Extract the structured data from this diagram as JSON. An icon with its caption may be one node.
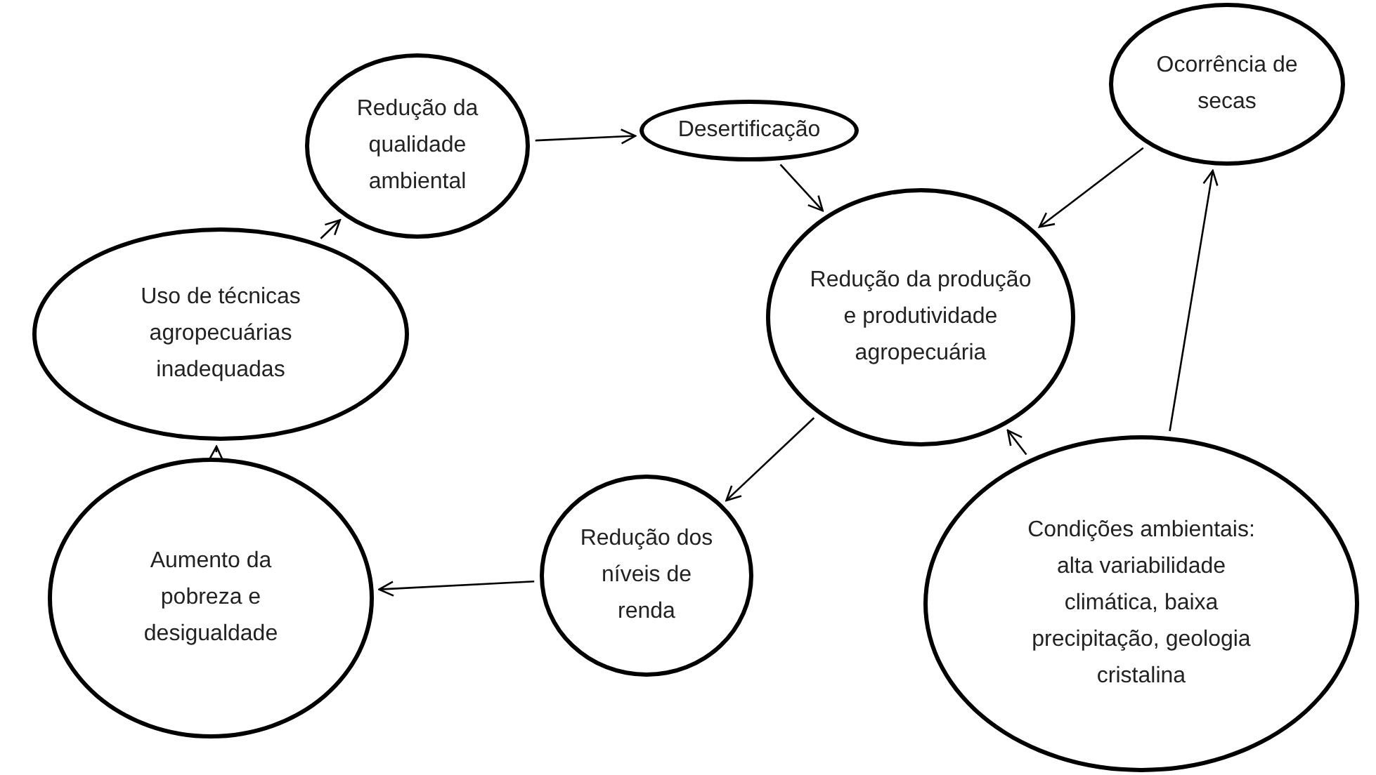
{
  "diagram": {
    "nodes": [
      {
        "text": [
          "Redução da qualidade ambiental"
        ]
      },
      {
        "text": [
          "Desertificação"
        ]
      },
      {
        "text": [
          "Ocorrência de secas"
        ]
      },
      {
        "text": [
          "Uso de técnicas agropecuárias inadequadas"
        ]
      },
      {
        "text": [
          "Redução da produção e produtividade agropecuária"
        ]
      },
      {
        "text": [
          "Aumento da pobreza e desigualdade"
        ]
      },
      {
        "text": [
          "Redução dos níveis de renda"
        ]
      },
      {
        "text": [
          "Condições ambientais: alta variabilidade climática, baixa precipitação, geologia cristalina"
        ]
      }
    ],
    "edges": [
      {
        "from": 3,
        "to": 0,
        "arrow": "to"
      },
      {
        "from": 0,
        "to": 1,
        "arrow": "to"
      },
      {
        "from": 1,
        "to": 4,
        "arrow": "to"
      },
      {
        "from": 2,
        "to": 4,
        "arrow": "to"
      },
      {
        "from": 7,
        "to": 4,
        "arrow": "to"
      },
      {
        "from": 7,
        "to": 2,
        "arrow": "to"
      },
      {
        "from": 4,
        "to": 6,
        "arrow": "to"
      },
      {
        "from": 6,
        "to": 5,
        "arrow": "to"
      },
      {
        "from": 5,
        "to": 3,
        "arrow": "to"
      }
    ]
  }
}
